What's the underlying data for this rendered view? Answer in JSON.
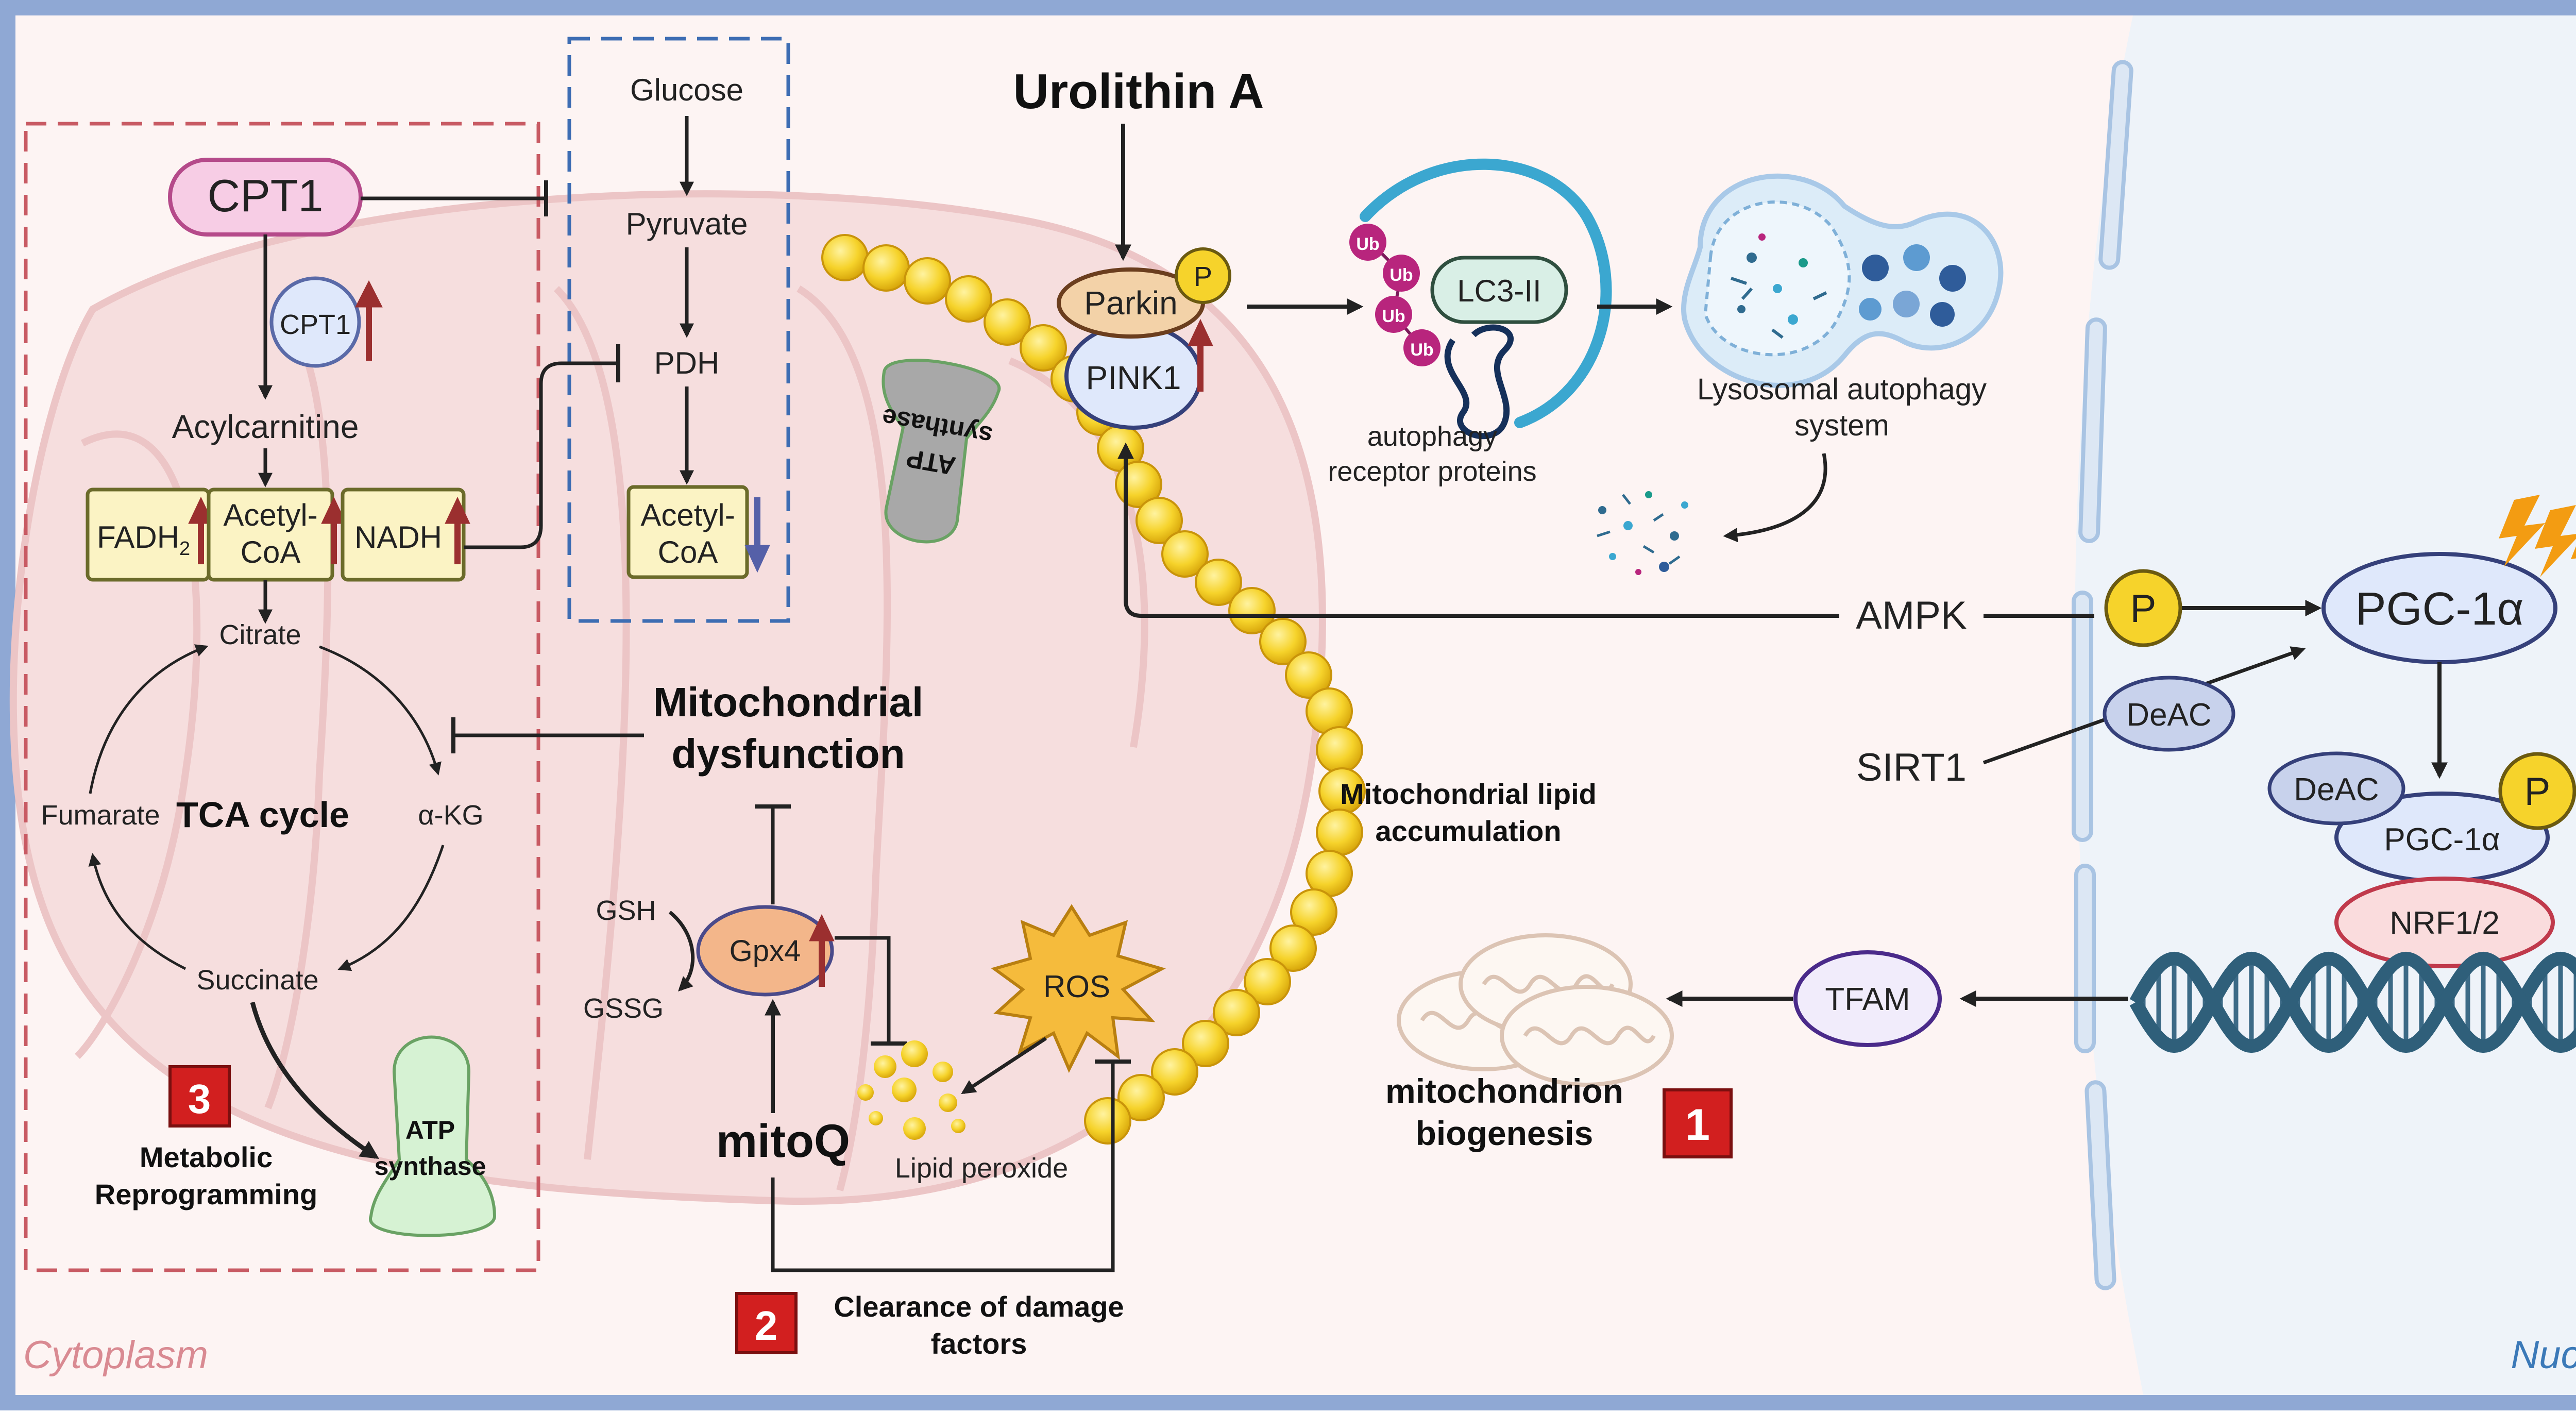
{
  "regions": {
    "cytoplasm_label": "Cytoplasm",
    "nucleus_label": "Nucleus"
  },
  "lipid_metabolism": {
    "cpt1_main": "CPT1",
    "cpt1_small": "CPT1",
    "acylcarnitine": "Acylcarnitine",
    "fadh2_base": "FADH",
    "fadh2_sub": "2",
    "acetyl_coa_line1": "Acetyl-",
    "acetyl_coa_line2": "CoA",
    "nadh": "NADH"
  },
  "glycolysis": {
    "glucose": "Glucose",
    "pyruvate": "Pyruvate",
    "pdh": "PDH",
    "acetyl_coa_line1": "Acetyl-",
    "acetyl_coa_line2": "CoA"
  },
  "tca": {
    "citrate": "Citrate",
    "fumarate": "Fumarate",
    "cycle_title": "TCA cycle",
    "akg": "α-KG",
    "succinate": "Succinate"
  },
  "labels_numbered": {
    "n1": "1",
    "n2": "2",
    "n3": "3",
    "metabolic_line1": "Metabolic",
    "metabolic_line2": "Reprogramming",
    "clearance_line1": "Clearance of damage",
    "clearance_line2": "factors",
    "biogenesis_line1": "mitochondrion",
    "biogenesis_line2": "biogenesis"
  },
  "atp_synthase_a_line1": "ATP",
  "atp_synthase_a_line2": "synthase",
  "atp_synthase_b_line1": "ATP",
  "atp_synthase_b_line2": "synthase",
  "ferroptosis": {
    "mito_dysfunction_line1": "Mitochondrial",
    "mito_dysfunction_line2": "dysfunction",
    "gsh": "GSH",
    "gssg": "GSSG",
    "gpx4": "Gpx4",
    "ros": "ROS",
    "mitoq": "mitoQ",
    "lipid_peroxide": "Lipid peroxide"
  },
  "mitophagy": {
    "urolithin_a": "Urolithin A",
    "parkin": "Parkin",
    "pink1": "PINK1",
    "p": "P",
    "ub": "Ub",
    "lc3": "LC3-II",
    "receptor_line1": "autophagy",
    "receptor_line2": "receptor proteins",
    "lysosome_line1": "Lysosomal autophagy",
    "lysosome_line2": "system",
    "lipid_acc_line1": "Mitochondrial lipid",
    "lipid_acc_line2": "accumulation"
  },
  "nucleus_signaling": {
    "ampk": "AMPK",
    "p_ampk": "P",
    "pgc1a_top": "PGC-1α",
    "deac_1": "DeAC",
    "sirt1": "SIRT1",
    "deac_2": "DeAC",
    "p_complex": "P",
    "pgc1a_complex": "PGC-1α",
    "nrf": "NRF1/2",
    "tfam": "TFAM"
  },
  "colors": {
    "border": "#8fa8d4",
    "background": "#fdf4f3",
    "nucleus_bg": "#eef3f9",
    "mito_fill": "#f6dede",
    "mito_stroke": "#ecc5c6",
    "red_dash": "#c85a63",
    "blue_dash": "#3d6db3",
    "lipid_bead": "#f6d32b",
    "up_arrow": "#9b2f2f",
    "down_arrow": "#5560a8",
    "numbered_box": "#d21f1f",
    "dna": "#3c6a86"
  }
}
